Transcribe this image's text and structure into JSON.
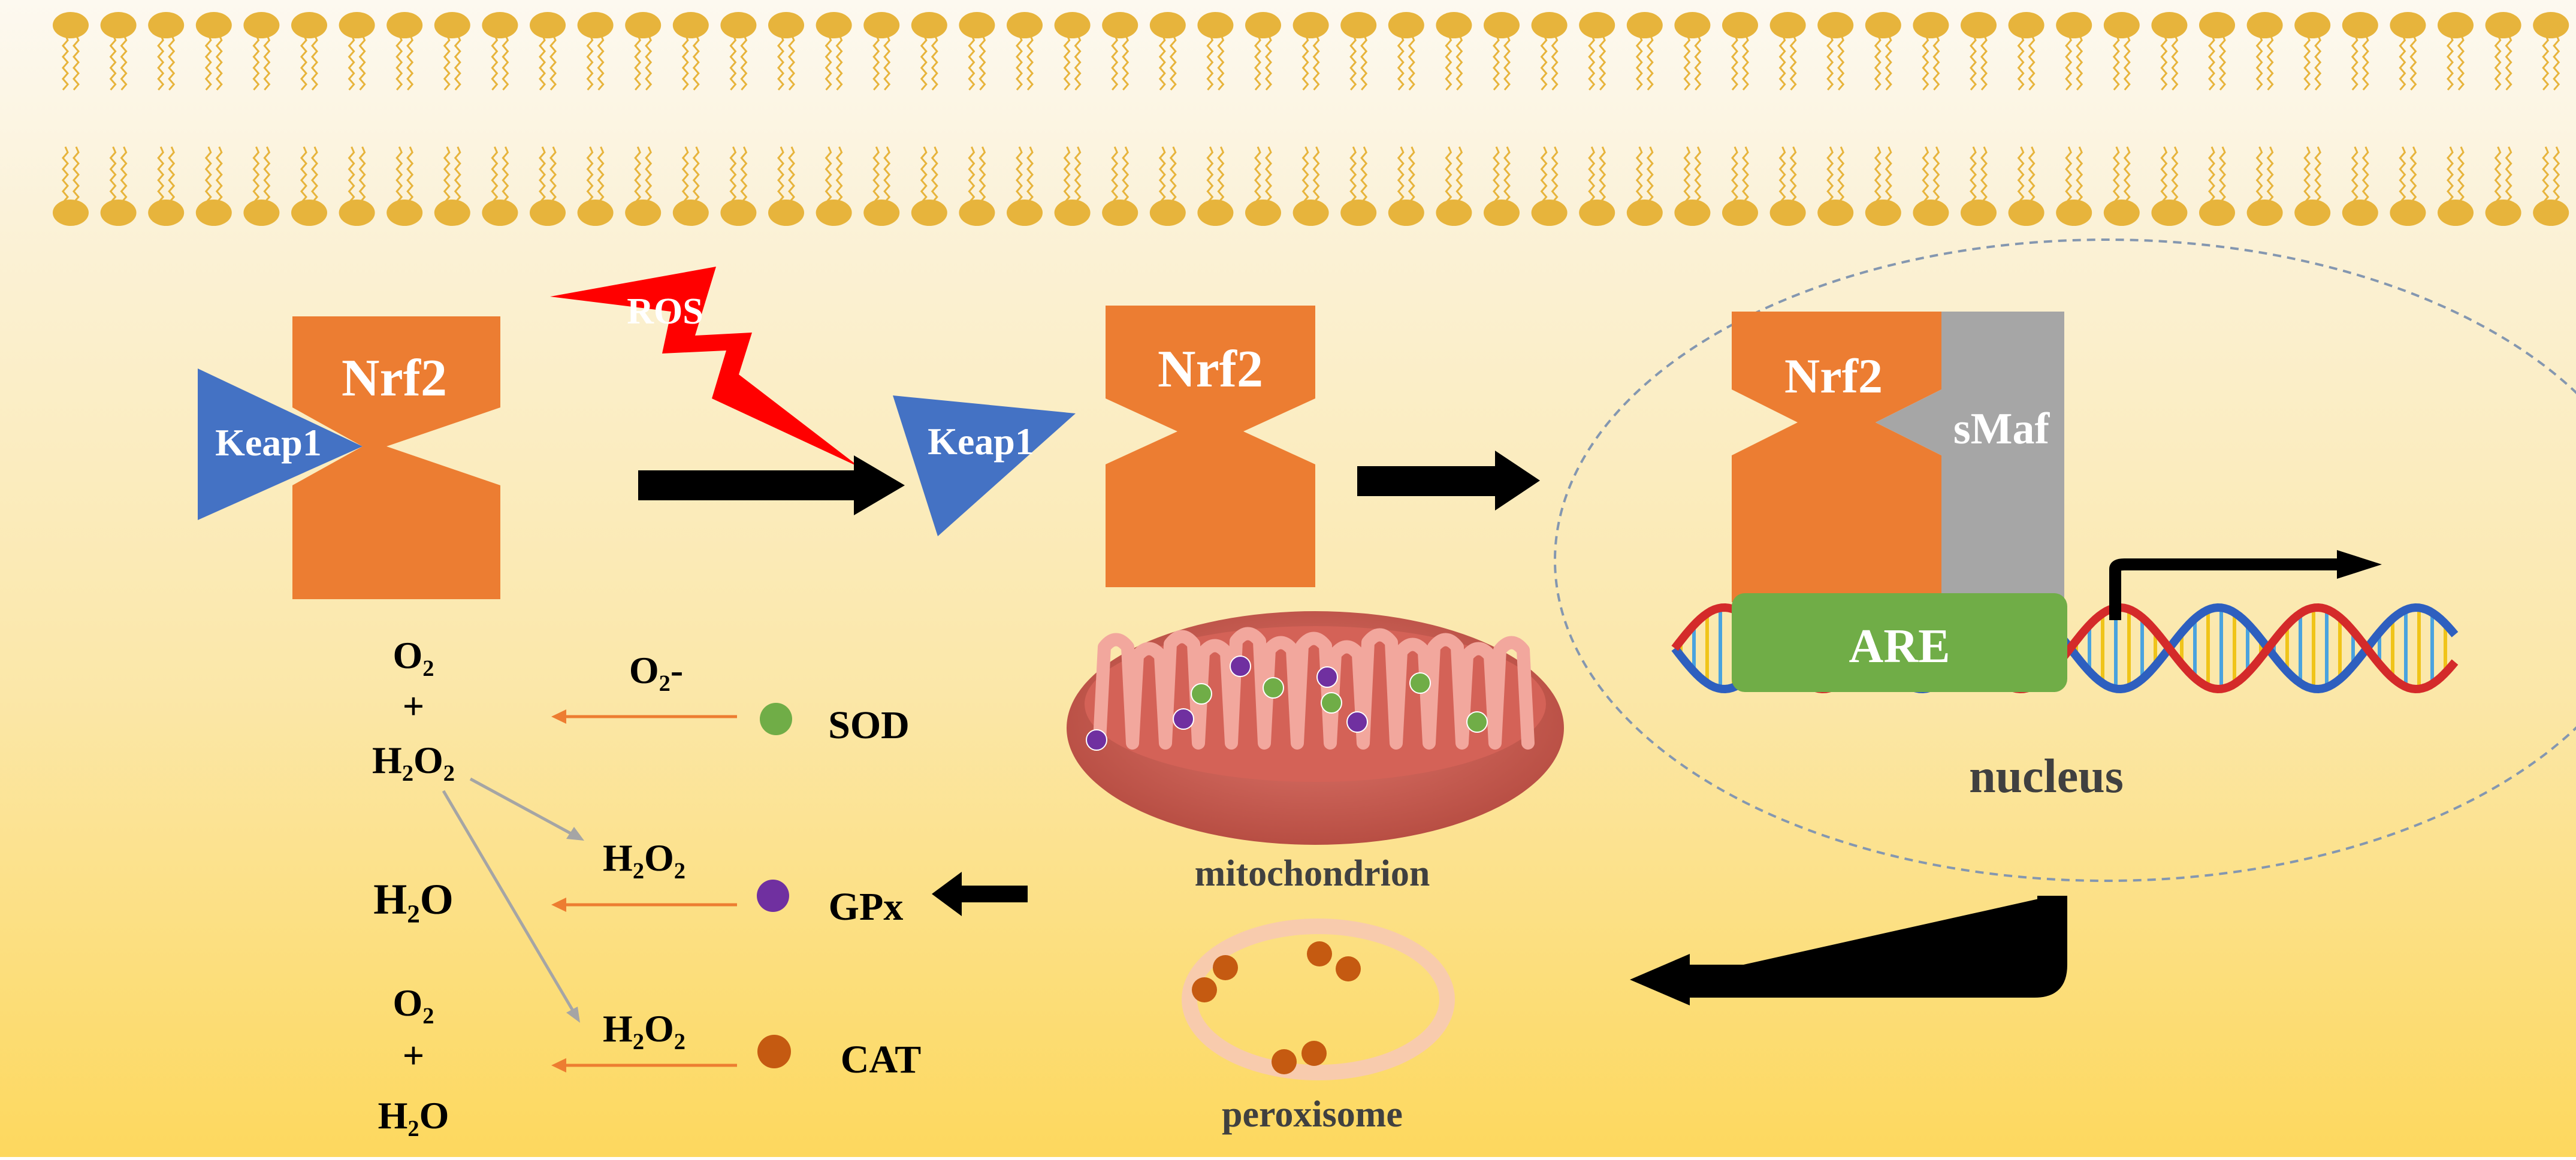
{
  "colors": {
    "background_top": "#fbf6ea",
    "background_bottom": "#fddc66",
    "lipid": "#e7b43c",
    "nrf2": "#ec7d32",
    "keap1": "#4472c4",
    "ros": "#ff0000",
    "smaf": "#a6a6a6",
    "are": "#70ad47",
    "arrow": "#000000",
    "enzyme_arrow": "#ed7d31",
    "reaction_arrow": "#a5a5a5",
    "sod_dot": "#70ad47",
    "gpx_dot": "#7030a0",
    "cat_dot": "#c55a11",
    "mitochondrion": "#c0504d",
    "peroxisome": "#f8cbad",
    "dna_strand_a": "#2e5fbf",
    "dna_strand_b": "#d42a2a"
  },
  "labels": {
    "nrf2": "Nrf2",
    "keap1": "Keap1",
    "ros": "ROS",
    "smaf": "sMaf",
    "are": "ARE",
    "nucleus": "nucleus",
    "mitochondrion": "mitochondrion",
    "peroxisome": "peroxisome"
  },
  "enzymes": [
    {
      "name": "SOD",
      "substrate": "O₂-",
      "dot": "sod_dot"
    },
    {
      "name": "GPx",
      "substrate": "H₂O₂",
      "dot": "gpx_dot"
    },
    {
      "name": "CAT",
      "substrate": "H₂O₂",
      "dot": "cat_dot"
    }
  ],
  "products": [
    {
      "lines": [
        "O₂",
        "+",
        "H₂O₂"
      ]
    },
    {
      "lines": [
        "H₂O"
      ]
    },
    {
      "lines": [
        "O₂",
        "+",
        "H₂O"
      ]
    }
  ]
}
